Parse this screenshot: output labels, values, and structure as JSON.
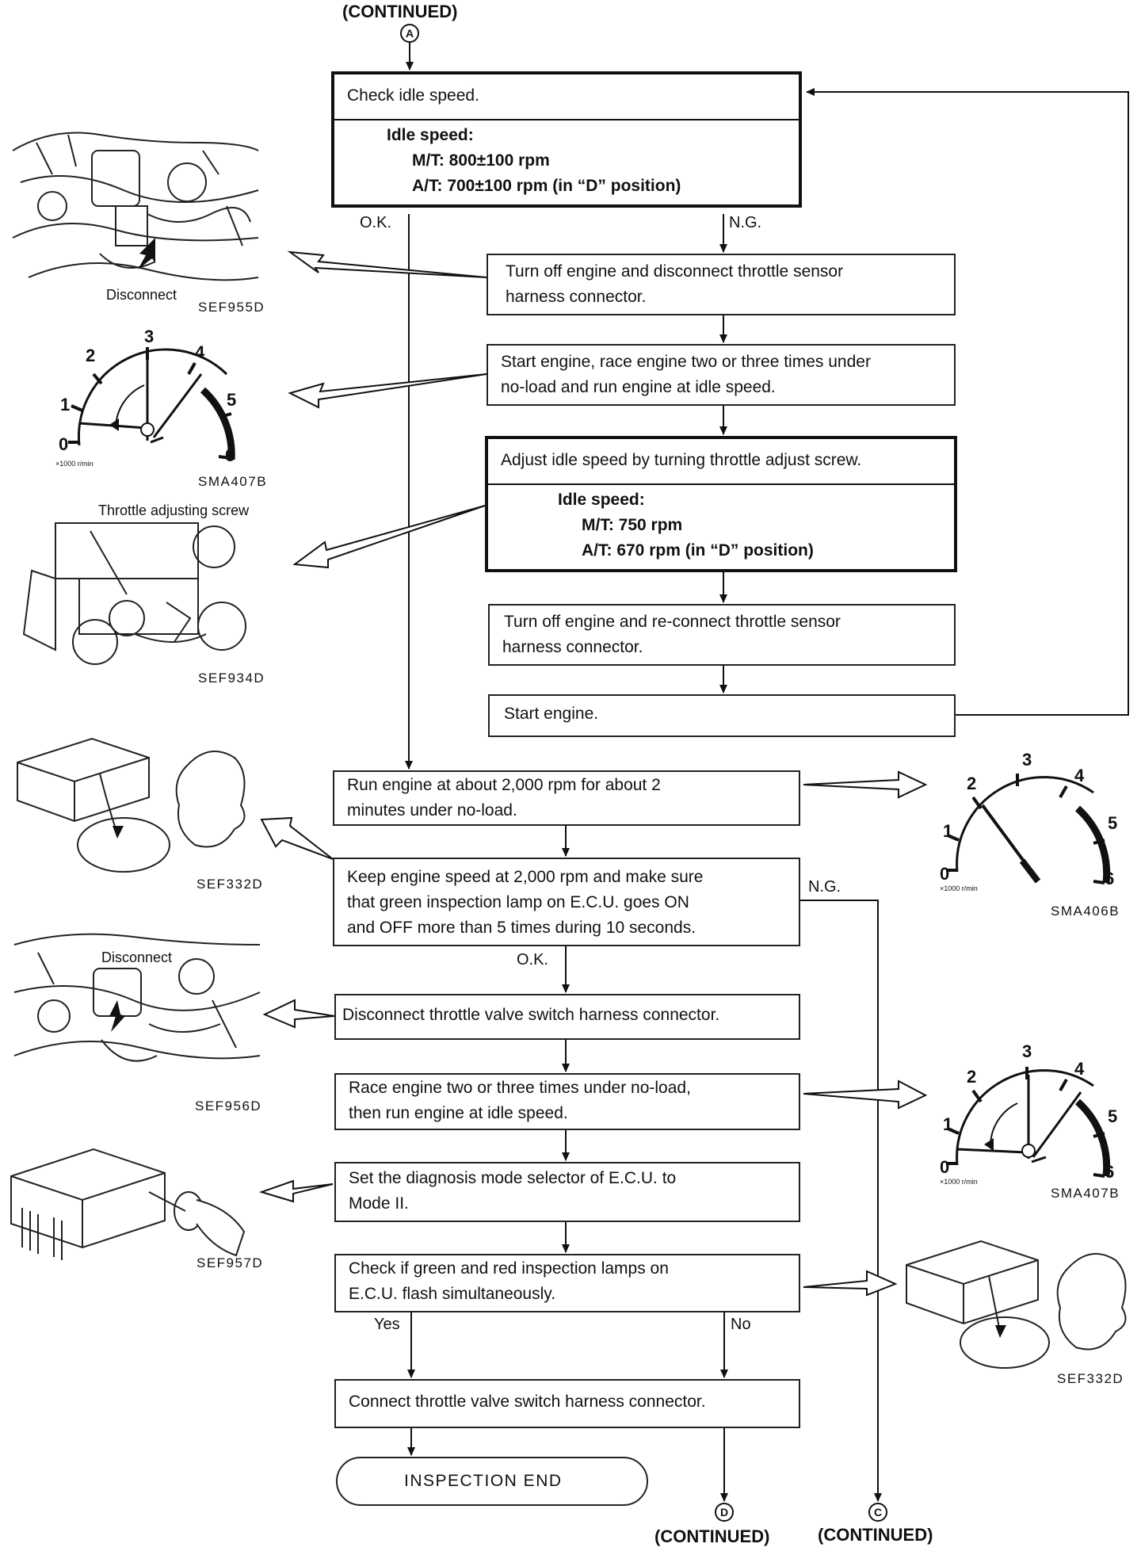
{
  "top_continued": "(CONTINUED)",
  "connectors": {
    "a": "A",
    "d": "D",
    "c": "C"
  },
  "steps": {
    "check_idle": "Check idle speed.",
    "idle_spec_heading": "Idle speed:",
    "idle_spec_mt": "M/T:  800±100 rpm",
    "idle_spec_at": "A/T:  700±100 rpm (in “D” position)",
    "turn_off_disconnect_1": "Turn off engine and disconnect throttle sensor",
    "turn_off_disconnect_2": "harness connector.",
    "start_race_1": "Start engine, race engine two or three times under",
    "start_race_2": "no-load and run engine at idle speed.",
    "adjust_idle": "Adjust idle speed by turning throttle adjust screw.",
    "adjust_spec_heading": "Idle speed:",
    "adjust_spec_mt": "M/T:  750 rpm",
    "adjust_spec_at": "A/T:  670 rpm (in “D” position)",
    "reconnect_1": "Turn off engine and re-connect throttle sensor",
    "reconnect_2": "harness connector.",
    "start_engine": "Start engine.",
    "run_2000_1": "Run engine at about 2,000 rpm for about 2",
    "run_2000_2": "minutes under no-load.",
    "keep_2000_1": "Keep engine speed at 2,000 rpm and make sure",
    "keep_2000_2": "that green inspection lamp on E.C.U. goes ON",
    "keep_2000_3": "and OFF more than 5 times during 10 seconds.",
    "disconnect_valve": "Disconnect throttle valve switch harness connector.",
    "race_idle_1": "Race engine two or three times under no-load,",
    "race_idle_2": "then run engine at idle speed.",
    "set_mode_1": "Set the diagnosis mode selector of E.C.U. to",
    "set_mode_2": "Mode II.",
    "check_lamps_1": "Check if green and red inspection lamps on",
    "check_lamps_2": "E.C.U. flash simultaneously.",
    "connect_valve": "Connect throttle valve switch harness connector.",
    "inspection_end": "INSPECTION  END"
  },
  "branch_labels": {
    "ok1": "O.K.",
    "ng1": "N.G.",
    "ok2": "O.K.",
    "ng2": "N.G.",
    "yes": "Yes",
    "no": "No"
  },
  "figures": {
    "sef955d": "SEF955D",
    "sef955d_label": "Disconnect",
    "sma407b_1": "SMA407B",
    "sef934d": "SEF934D",
    "sef934d_label": "Throttle adjusting screw",
    "sef332d_1": "SEF332D",
    "sma406b": "SMA406B",
    "sef956d": "SEF956D",
    "sef956d_label": "Disconnect",
    "sma407b_2": "SMA407B",
    "sef957d": "SEF957D",
    "sef332d_2": "SEF332D"
  },
  "gauge": {
    "ticks": [
      "0",
      "1",
      "2",
      "3",
      "4",
      "5",
      "6"
    ],
    "unit": "×1000 r/min"
  },
  "bottom_continued": {
    "d": "(CONTINUED)",
    "c": "(CONTINUED)"
  }
}
